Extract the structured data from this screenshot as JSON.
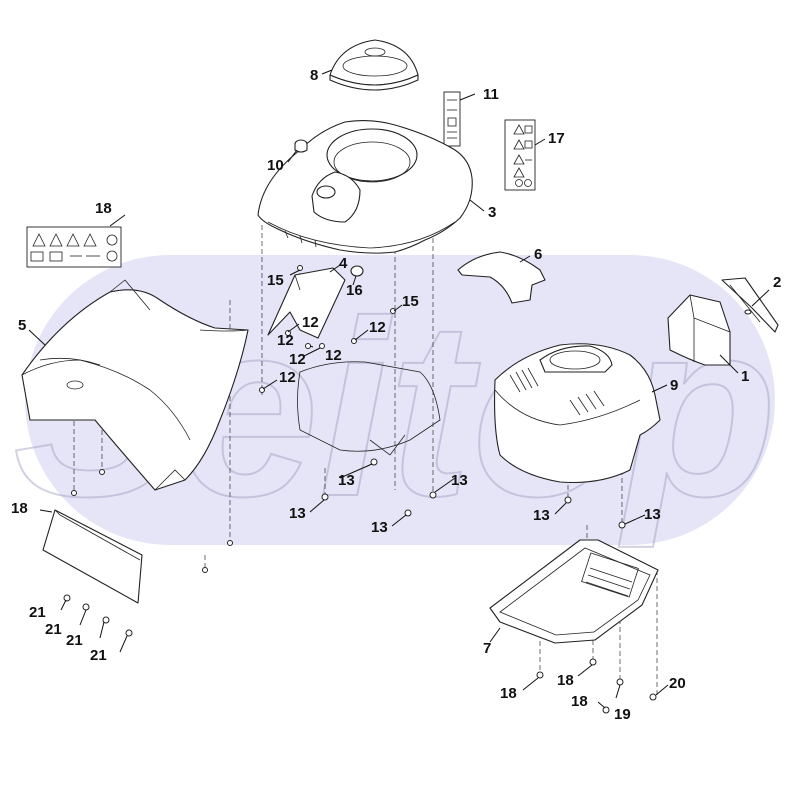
{
  "watermark": "Seitop",
  "callouts": [
    {
      "id": "c1",
      "text": "1"
    },
    {
      "id": "c2",
      "text": "2"
    },
    {
      "id": "c3",
      "text": "3"
    },
    {
      "id": "c4",
      "text": "4"
    },
    {
      "id": "c5",
      "text": "5"
    },
    {
      "id": "c6",
      "text": "6"
    },
    {
      "id": "c7",
      "text": "7"
    },
    {
      "id": "c8",
      "text": "8"
    },
    {
      "id": "c9",
      "text": "9"
    },
    {
      "id": "c10",
      "text": "10"
    },
    {
      "id": "c11",
      "text": "11"
    },
    {
      "id": "c12a",
      "text": "12"
    },
    {
      "id": "c12b",
      "text": "12"
    },
    {
      "id": "c12c",
      "text": "12"
    },
    {
      "id": "c12d",
      "text": "12"
    },
    {
      "id": "c12e",
      "text": "12"
    },
    {
      "id": "c13a",
      "text": "13"
    },
    {
      "id": "c13b",
      "text": "13"
    },
    {
      "id": "c13c",
      "text": "13"
    },
    {
      "id": "c13d",
      "text": "13"
    },
    {
      "id": "c13e",
      "text": "13"
    },
    {
      "id": "c13f",
      "text": "13"
    },
    {
      "id": "c15a",
      "text": "15"
    },
    {
      "id": "c15b",
      "text": "15"
    },
    {
      "id": "c16",
      "text": "16"
    },
    {
      "id": "c17",
      "text": "17"
    },
    {
      "id": "c18a",
      "text": "18"
    },
    {
      "id": "c18b",
      "text": "18"
    },
    {
      "id": "c18c",
      "text": "18"
    },
    {
      "id": "c18d",
      "text": "18"
    },
    {
      "id": "c18e",
      "text": "18"
    },
    {
      "id": "c19",
      "text": "19"
    },
    {
      "id": "c20",
      "text": "20"
    },
    {
      "id": "c21a",
      "text": "21"
    },
    {
      "id": "c21b",
      "text": "21"
    },
    {
      "id": "c21c",
      "text": "21"
    },
    {
      "id": "c21d",
      "text": "21"
    }
  ]
}
